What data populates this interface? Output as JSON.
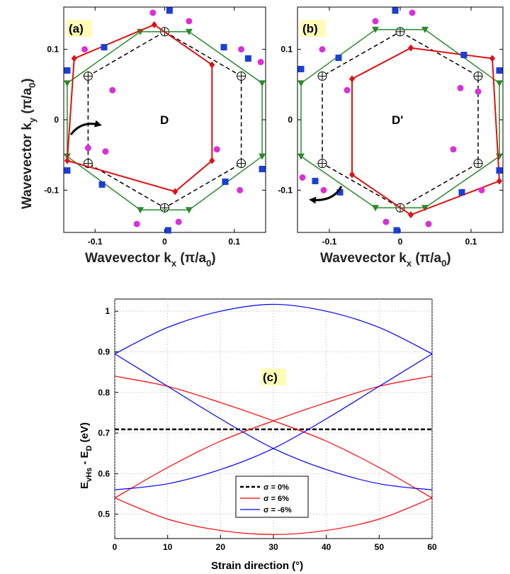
{
  "chart_data": [
    {
      "panel": "(a)",
      "type": "scatter",
      "center_label": "D",
      "xlabel": "Wavevector k",
      "xlabel_sub": "x",
      "xlabel_unit": "(π/a",
      "xlabel_unit_sub": "0",
      "xlabel_unit_end": ")",
      "ylabel": "Wavevector k",
      "ylabel_sub": "y",
      "ylabel_unit": "(π/a",
      "ylabel_unit_sub": "0",
      "ylabel_unit_end": ")",
      "xlim": [
        -0.145,
        0.145
      ],
      "ylim": [
        -0.16,
        0.16
      ],
      "xticks": [
        "-0.1",
        "0",
        "0.1"
      ],
      "yticks": [
        "0.1",
        "0",
        "-0.1"
      ],
      "xtick_values": [
        -0.1,
        0,
        0.1
      ],
      "ytick_values": [
        0.1,
        0,
        -0.1
      ],
      "series": [
        {
          "color": "#000000",
          "marker": "circle-plus",
          "style": "dashed",
          "points": [
            [
              0,
              0.125
            ],
            [
              0.11,
              0.062
            ],
            [
              0.11,
              -0.062
            ],
            [
              0,
              -0.125
            ],
            [
              -0.11,
              -0.062
            ],
            [
              -0.11,
              0.062
            ]
          ]
        },
        {
          "color": "#2a8a2a",
          "marker": "triangle-down",
          "style": "solid",
          "points": [
            [
              -0.035,
              0.125
            ],
            [
              0.035,
              0.125
            ],
            [
              0.14,
              0.052
            ],
            [
              0.14,
              -0.052
            ],
            [
              0.035,
              -0.128
            ],
            [
              -0.035,
              -0.128
            ],
            [
              -0.14,
              -0.052
            ],
            [
              -0.14,
              0.052
            ]
          ]
        },
        {
          "color": "#dd1111",
          "marker": "diamond",
          "style": "solid",
          "points": [
            [
              -0.015,
              0.135
            ],
            [
              0.068,
              0.078
            ],
            [
              0.068,
              -0.058
            ],
            [
              0.015,
              -0.102
            ],
            [
              -0.14,
              -0.058
            ],
            [
              -0.13,
              0.087
            ]
          ]
        },
        {
          "color": "#1a3fd6",
          "marker": "square",
          "style": "none",
          "points": [
            [
              0.007,
              0.155
            ],
            [
              0.12,
              0.087
            ],
            [
              0.14,
              -0.07
            ],
            [
              0.005,
              -0.157
            ],
            [
              -0.14,
              -0.072
            ],
            [
              -0.14,
              0.07
            ],
            [
              -0.087,
              0.103
            ],
            [
              -0.09,
              -0.092
            ],
            [
              0.085,
              0.103
            ],
            [
              0.087,
              -0.088
            ]
          ]
        },
        {
          "color": "#d930d9",
          "marker": "circle",
          "style": "none",
          "points": [
            [
              -0.017,
              0.152
            ],
            [
              0.035,
              0.14
            ],
            [
              0.11,
              0.1
            ],
            [
              0.138,
              0.082
            ],
            [
              0.108,
              -0.1
            ],
            [
              0.075,
              -0.042
            ],
            [
              0.02,
              -0.145
            ],
            [
              -0.04,
              -0.148
            ],
            [
              -0.11,
              -0.04
            ],
            [
              -0.085,
              -0.045
            ],
            [
              -0.075,
              0.042
            ],
            [
              -0.115,
              0.1
            ]
          ]
        }
      ]
    },
    {
      "panel": "(b)",
      "type": "scatter",
      "center_label": "D'",
      "xlabel": "Wavevector k",
      "xlabel_sub": "x",
      "xlabel_unit": "(π/a",
      "xlabel_unit_sub": "0",
      "xlabel_unit_end": ")",
      "xlim": [
        -0.145,
        0.145
      ],
      "ylim": [
        -0.16,
        0.16
      ],
      "xticks": [
        "-0.1",
        "0",
        "0.1"
      ],
      "yticks": [
        "0.1",
        "0",
        "-0.1"
      ],
      "xtick_values": [
        -0.1,
        0,
        0.1
      ],
      "ytick_values": [
        0.1,
        0,
        -0.1
      ],
      "series": [
        {
          "color": "#000000",
          "marker": "circle-plus",
          "style": "dashed",
          "points": [
            [
              0,
              0.125
            ],
            [
              0.11,
              0.062
            ],
            [
              0.11,
              -0.062
            ],
            [
              0,
              -0.125
            ],
            [
              -0.11,
              -0.062
            ],
            [
              -0.11,
              0.062
            ]
          ]
        },
        {
          "color": "#2a8a2a",
          "marker": "triangle-down",
          "style": "solid",
          "points": [
            [
              -0.035,
              0.128
            ],
            [
              0.035,
              0.128
            ],
            [
              0.14,
              0.052
            ],
            [
              0.14,
              -0.052
            ],
            [
              0.035,
              -0.125
            ],
            [
              -0.035,
              -0.125
            ],
            [
              -0.14,
              -0.052
            ],
            [
              -0.14,
              0.052
            ]
          ]
        },
        {
          "color": "#dd1111",
          "marker": "diamond",
          "style": "solid",
          "points": [
            [
              0.015,
              0.102
            ],
            [
              0.13,
              0.087
            ],
            [
              0.14,
              -0.087
            ],
            [
              0.015,
              -0.135
            ],
            [
              -0.068,
              -0.078
            ],
            [
              -0.068,
              0.058
            ]
          ]
        },
        {
          "color": "#1a3fd6",
          "marker": "square",
          "style": "none",
          "points": [
            [
              -0.007,
              0.155
            ],
            [
              0.14,
              0.07
            ],
            [
              0.14,
              -0.072
            ],
            [
              -0.005,
              -0.157
            ],
            [
              -0.12,
              -0.087
            ],
            [
              -0.14,
              0.072
            ],
            [
              0.09,
              0.092
            ],
            [
              0.087,
              -0.103
            ],
            [
              -0.085,
              -0.103
            ],
            [
              -0.087,
              0.088
            ]
          ]
        },
        {
          "color": "#d930d9",
          "marker": "circle",
          "style": "none",
          "points": [
            [
              0.017,
              0.152
            ],
            [
              -0.035,
              0.14
            ],
            [
              -0.11,
              0.1
            ],
            [
              -0.138,
              -0.082
            ],
            [
              -0.108,
              -0.1
            ],
            [
              -0.075,
              0.042
            ],
            [
              -0.02,
              -0.145
            ],
            [
              0.04,
              -0.148
            ],
            [
              0.11,
              0.04
            ],
            [
              0.085,
              0.045
            ],
            [
              0.075,
              -0.042
            ],
            [
              0.115,
              -0.1
            ]
          ]
        }
      ]
    },
    {
      "panel": "(c)",
      "type": "line",
      "xlabel": "Strain direction (°)",
      "ylabel": "E",
      "ylabel_sub": "vHs",
      "ylabel_mid": " - E",
      "ylabel_sub2": "D",
      "ylabel_end": " (eV)",
      "xlim": [
        0,
        60
      ],
      "ylim": [
        0.44,
        1.03
      ],
      "xticks": [
        "0",
        "10",
        "20",
        "30",
        "40",
        "50",
        "60"
      ],
      "xtick_values": [
        0,
        10,
        20,
        30,
        40,
        50,
        60
      ],
      "yticks": [
        "0.5",
        "0.6",
        "0.7",
        "0.8",
        "0.9",
        "1"
      ],
      "ytick_values": [
        0.5,
        0.6,
        0.7,
        0.8,
        0.9,
        1.0
      ],
      "grid": true,
      "legend": {
        "placement": "bottom-center",
        "entries": [
          {
            "label": "σ = 0%",
            "color": "#000000",
            "style": "dashed"
          },
          {
            "label": "σ = 6%",
            "color": "#ff0000",
            "style": "solid"
          },
          {
            "label": "σ = -6%",
            "color": "#0000ff",
            "style": "solid"
          }
        ]
      },
      "series": [
        {
          "group": "σ = 0%",
          "color": "#000000",
          "style": "dashed",
          "x": [
            0,
            60
          ],
          "y": [
            0.709,
            0.709
          ]
        },
        {
          "group": "σ = 6%",
          "color": "#ff0000",
          "style": "solid",
          "x": [
            0,
            10,
            20,
            30,
            40,
            50,
            60
          ],
          "y": [
            0.84,
            0.815,
            0.775,
            0.73,
            0.68,
            0.615,
            0.54
          ]
        },
        {
          "group": "σ = 6%",
          "color": "#ff0000",
          "style": "solid",
          "x": [
            0,
            10,
            20,
            30,
            40,
            50,
            60
          ],
          "y": [
            0.54,
            0.615,
            0.68,
            0.73,
            0.775,
            0.815,
            0.84
          ]
        },
        {
          "group": "σ = 6%",
          "color": "#ff0000",
          "style": "solid",
          "x": [
            0,
            10,
            20,
            30,
            40,
            50,
            60
          ],
          "y": [
            0.54,
            0.488,
            0.46,
            0.45,
            0.46,
            0.488,
            0.54
          ]
        },
        {
          "group": "σ = -6%",
          "color": "#0000ff",
          "style": "solid",
          "x": [
            0,
            10,
            20,
            30,
            40,
            50,
            60
          ],
          "y": [
            0.895,
            0.96,
            1.0,
            1.017,
            1.0,
            0.96,
            0.895
          ]
        },
        {
          "group": "σ = -6%",
          "color": "#0000ff",
          "style": "solid",
          "x": [
            0,
            10,
            20,
            30,
            40,
            50,
            60
          ],
          "y": [
            0.895,
            0.815,
            0.735,
            0.662,
            0.61,
            0.575,
            0.56
          ]
        },
        {
          "group": "σ = -6%",
          "color": "#0000ff",
          "style": "solid",
          "x": [
            0,
            10,
            20,
            30,
            40,
            50,
            60
          ],
          "y": [
            0.56,
            0.575,
            0.61,
            0.662,
            0.735,
            0.815,
            0.895
          ]
        }
      ]
    }
  ]
}
